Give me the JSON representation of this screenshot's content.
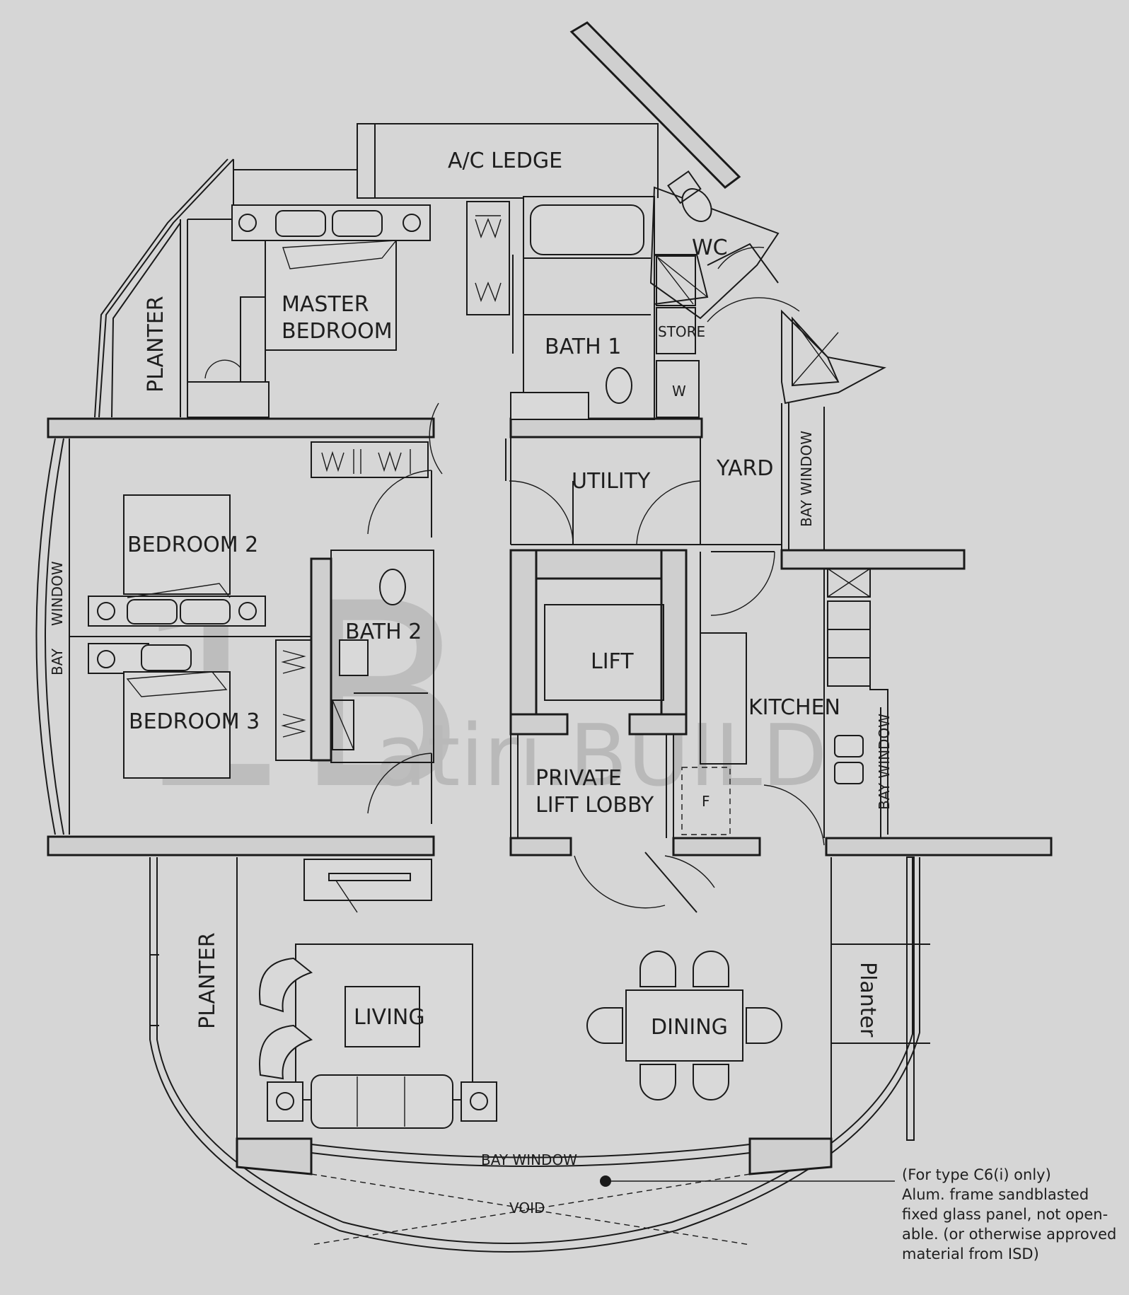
{
  "rooms": {
    "ac_ledge": "A/C LEDGE",
    "wc": "WC",
    "master_line1": "MASTER",
    "master_line2": "BEDROOM",
    "planter_top": "PLANTER",
    "bath1": "BATH  1",
    "store": "STORE",
    "w": "W",
    "yard": "YARD",
    "utility": "UTILITY",
    "bay_window_right": "BAY WINDOW",
    "bedroom2": "BEDROOM  2",
    "bay_window_left_a": "BAY",
    "bay_window_left_b": "WINDOW",
    "bath2": "BATH  2",
    "lift": "LIFT",
    "kitchen": "KITCHEN",
    "bedroom3": "BEDROOM  3",
    "lobby_line1": "PRIVATE",
    "lobby_line2": "LIFT  LOBBY",
    "fridge": "F",
    "bay_window_kitchen": "BAY WINDOW",
    "planter_bottom": "PLANTER",
    "living": "LIVING",
    "dining": "DINING",
    "planter_right": "Planter",
    "bay_window_bottom": "BAY  WINDOW",
    "void": "VOID"
  },
  "note": {
    "line1": "(For type C6(i) only)",
    "line2": "Alum. frame sandblasted",
    "line3": "fixed glass panel, not open-",
    "line4": "able. (or otherwise approved",
    "line5": "material from ISD)"
  },
  "watermark": {
    "mark": "1B",
    "text": "atiri.BUILD"
  }
}
